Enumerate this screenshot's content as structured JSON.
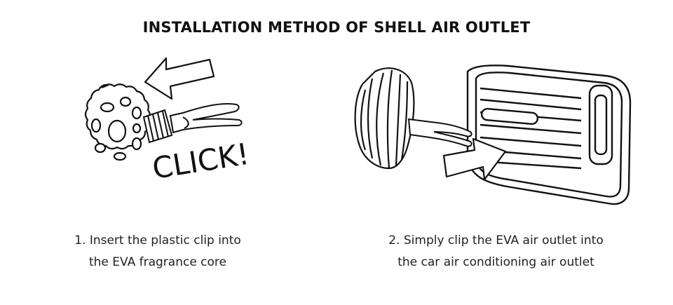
{
  "title": "INSTALLATION METHOD OF SHELL AIR OUTLET",
  "steps": [
    {
      "line1": "1. Insert the plastic clip into",
      "line2": "the EVA fragrance core",
      "callout": "CLICK!"
    },
    {
      "line1": "2. Simply clip the EVA air outlet into",
      "line2": "the car air conditioning air outlet"
    }
  ],
  "colors": {
    "ink": "#111111",
    "background": "#ffffff"
  }
}
